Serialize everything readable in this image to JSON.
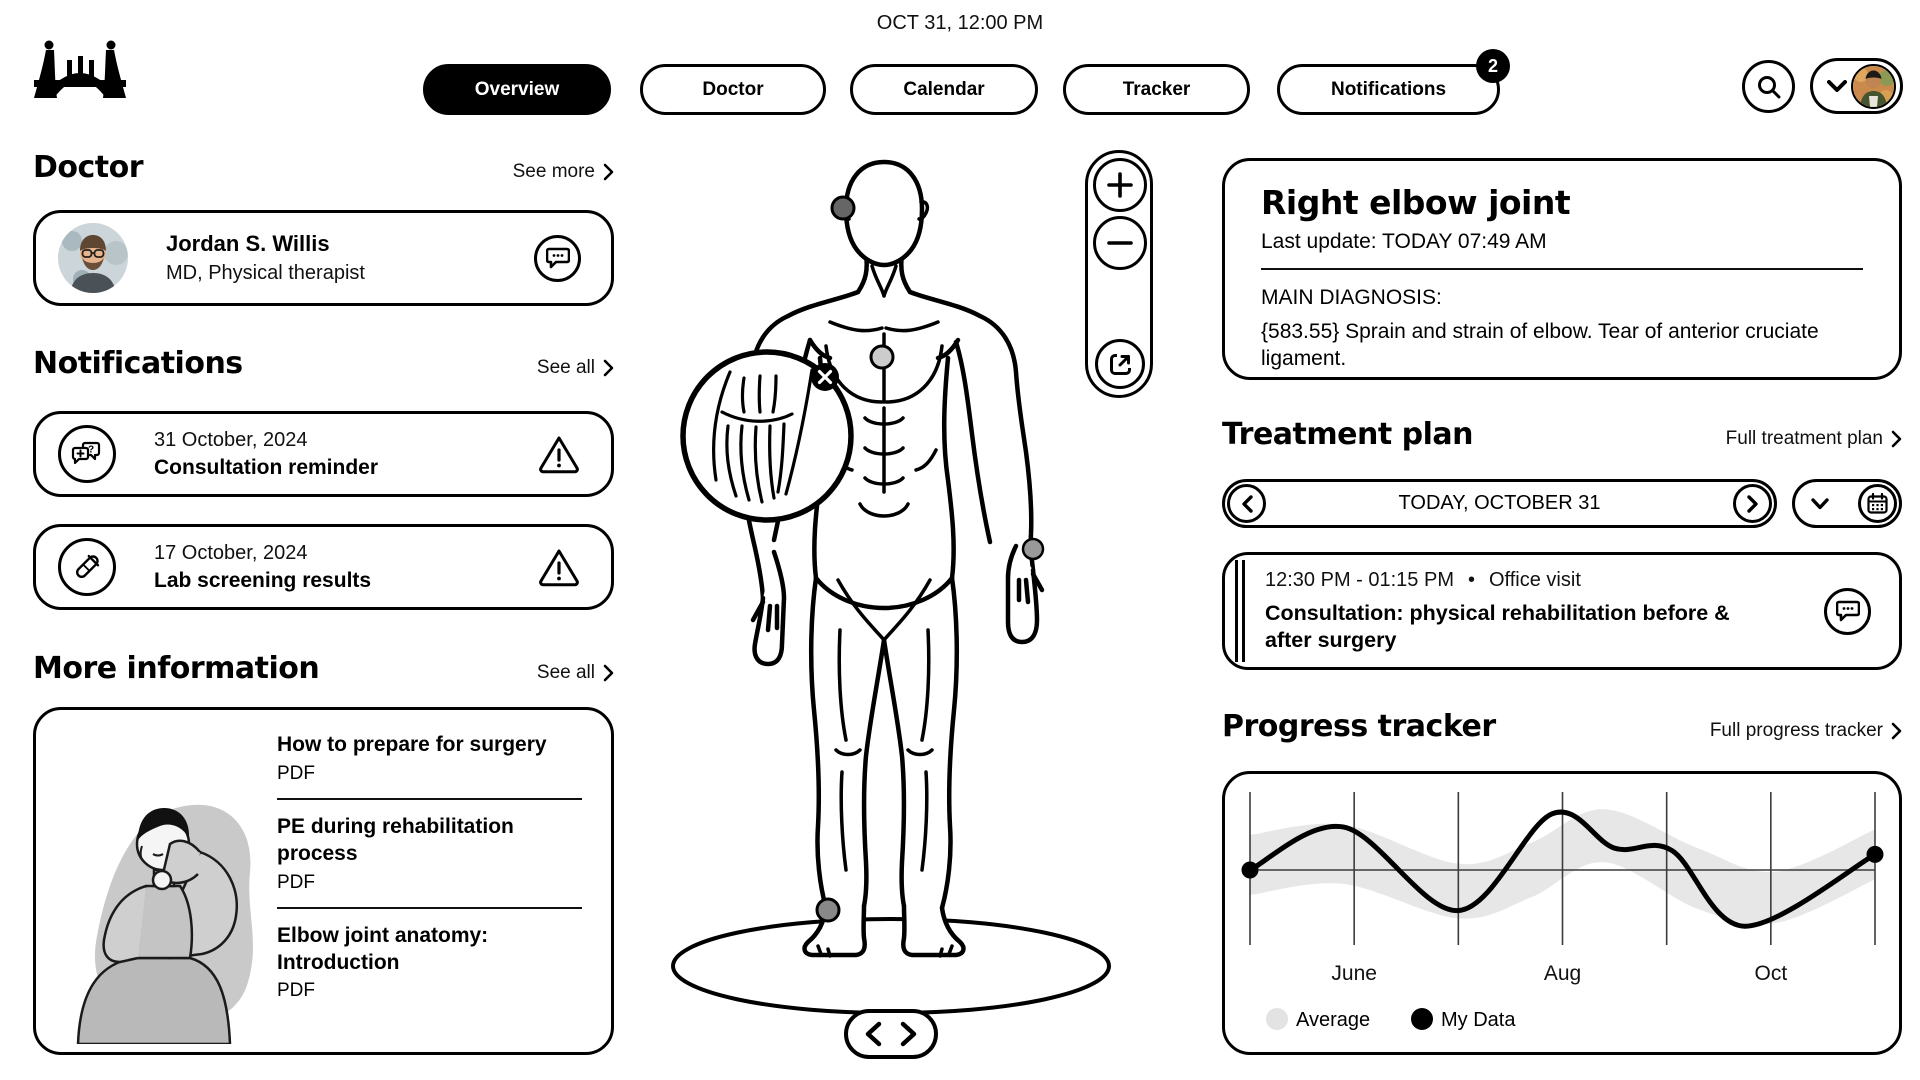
{
  "header": {
    "datetime": "OCT 31, 12:00 PM",
    "nav": [
      {
        "label": "Overview",
        "active": true
      },
      {
        "label": "Doctor"
      },
      {
        "label": "Calendar"
      },
      {
        "label": "Tracker"
      },
      {
        "label": "Notifications",
        "badge": "2"
      }
    ]
  },
  "doctor_section": {
    "title": "Doctor",
    "link": "See more",
    "card": {
      "name": "Jordan S. Willis",
      "role": "MD, Physical therapist"
    }
  },
  "notifications_section": {
    "title": "Notifications",
    "link": "See all",
    "items": [
      {
        "date": "31 October, 2024",
        "title": "Consultation reminder",
        "icon": "consultation-bubbles-icon"
      },
      {
        "date": "17 October, 2024",
        "title": "Lab screening results",
        "icon": "test-tube-icon"
      }
    ]
  },
  "more_info_section": {
    "title": "More information",
    "link": "See all",
    "items": [
      {
        "title": "How to prepare for surgery",
        "format": "PDF"
      },
      {
        "title": "PE during rehabilitation process",
        "format": "PDF"
      },
      {
        "title": "Elbow joint anatomy: Introduction",
        "format": "PDF"
      }
    ]
  },
  "diagnosis_card": {
    "title": "Right elbow joint",
    "last_update": "Last update: TODAY 07:49 AM",
    "label": "MAIN DIAGNOSIS:",
    "text": "{583.55} Sprain and strain of elbow. Tear of anterior cruciate ligament."
  },
  "treatment_section": {
    "title": "Treatment plan",
    "link": "Full treatment plan",
    "date_label": "TODAY, OCTOBER 31",
    "appointment": {
      "time": "12:30 PM - 01:15 PM",
      "separator": "•",
      "type": "Office visit",
      "title": "Consultation: physical rehabilitation before & after surgery"
    }
  },
  "progress_section": {
    "title": "Progress tracker",
    "link": "Full progress tracker"
  },
  "chart_data": {
    "type": "line",
    "title": "Progress tracker",
    "x_range": [
      0,
      6
    ],
    "y_range": [
      -1,
      1
    ],
    "x_gridlines": 7,
    "grid": "7 vertical lines + central horizontal axis",
    "x_tick_labels": [
      {
        "index": 1,
        "label": "June"
      },
      {
        "index": 3,
        "label": "Aug"
      },
      {
        "index": 5,
        "label": "Oct"
      }
    ],
    "series": [
      {
        "name": "Average",
        "type": "band",
        "color": "#e7e7e7",
        "upper": [
          [
            0,
            0.45
          ],
          [
            0.9,
            0.58
          ],
          [
            2,
            0.08
          ],
          [
            2.7,
            0.35
          ],
          [
            3.4,
            0.78
          ],
          [
            4.3,
            0.28
          ],
          [
            5.05,
            -0.02
          ],
          [
            6,
            0.52
          ]
        ],
        "lower": [
          [
            0,
            -0.32
          ],
          [
            0.9,
            -0.18
          ],
          [
            2,
            -0.62
          ],
          [
            2.7,
            -0.35
          ],
          [
            3.4,
            0.1
          ],
          [
            4.3,
            -0.5
          ],
          [
            5.05,
            -0.68
          ],
          [
            6,
            -0.12
          ]
        ]
      },
      {
        "name": "My Data",
        "type": "line",
        "color": "#000000",
        "points": [
          [
            0,
            0
          ],
          [
            0.9,
            0.55
          ],
          [
            2,
            -0.52
          ],
          [
            2.9,
            0.72
          ],
          [
            3.5,
            0.28
          ],
          [
            4.05,
            0.25
          ],
          [
            4.75,
            -0.72
          ],
          [
            6,
            0.2
          ]
        ],
        "endpoint_dots": true
      }
    ],
    "legend": [
      {
        "label": "Average",
        "color": "#e3e3e3"
      },
      {
        "label": "My Data",
        "color": "#000000"
      }
    ],
    "legend_position": "bottom-left"
  },
  "body_viewer": {
    "markers": [
      "head",
      "chest",
      "right-elbow-magnified",
      "left-wrist",
      "left-ankle"
    ],
    "zoom_controls": [
      "zoom-in",
      "zoom-out",
      "reset-view"
    ],
    "rotate_controls": [
      "rotate-left",
      "rotate-right"
    ]
  }
}
